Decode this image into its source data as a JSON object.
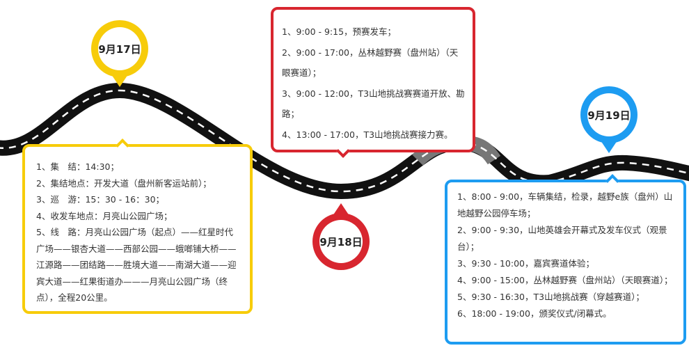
{
  "days": [
    {
      "date": "9月17日",
      "color": "#f7cc0a"
    },
    {
      "date": "9月18日",
      "color": "#d8262f"
    },
    {
      "date": "9月19日",
      "color": "#1d9cf1"
    }
  ],
  "day1_items": [
    "1、集　结：14:30；",
    "2、集结地点：开发大道（盘州新客运站前）；",
    "3、巡　游：15：30 - 16：30；",
    "4、收发车地点：月亮山公园广场；",
    "5、线　路：月亮山公园广场（起点）——红星时代广场——银杏大道——西部公园——蛾啷铺大桥——江源路——团结路——胜境大道——南湖大道——迎宾大道——红果街道办———月亮山公园广场（终点），全程20公里。"
  ],
  "day2_items": [
    "1、9:00 - 9:15，预赛发车；",
    "2、9:00 - 17:00，丛林越野赛（盘州站）（天眼赛道）；",
    "3、9:00 - 12:00，T3山地挑战赛赛道开放、勘路；",
    "4、13:00 - 17:00，T3山地挑战赛接力赛。"
  ],
  "day3_items": [
    "1、8:00 - 9:00，车辆集结，检录，越野e族（盘州）山地越野公园停车场；",
    "2、9:00 - 9:30，山地英雄会开幕式及发车仪式（观景台）；",
    "3、9:30 - 10:00，嘉宾赛道体验；",
    "4、9:00 - 15:00，丛林越野赛（盘州站）（天眼赛道）；",
    "5、9:30 - 16:30，T3山地挑战赛（穿越赛道）；",
    "6、18:00 - 19:00，颁奖仪式/闭幕式。"
  ]
}
